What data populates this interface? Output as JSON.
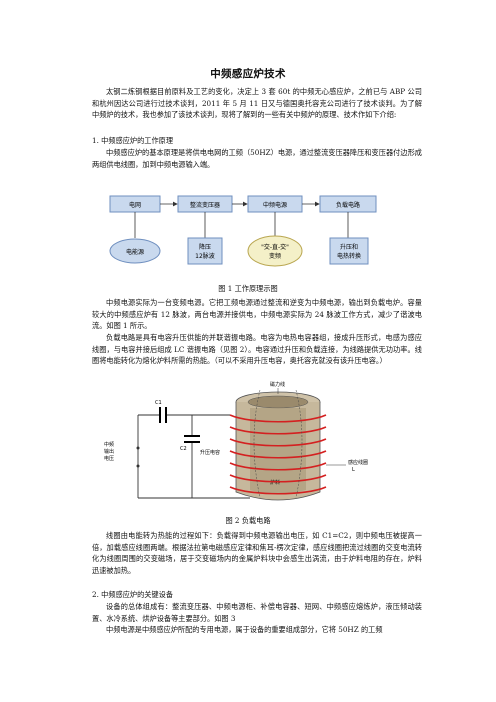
{
  "doc": {
    "title": "中频感应炉技术",
    "intro": "太钢二炼钢根据目前原料及工艺的变化，决定上 3 套 60t 的中频无心感应炉，之前已与 ABP 公司和杭州因达公司进行过技术谈判，2011 年 5 月 11 日又与德国奥托容克公司进行了技术谈判。为了解中频炉的技术，我也参加了该技术谈判，现将了解到的一些有关中频炉的原理、技术作如下介绍:",
    "section1_title": "1.   中频感应炉的工作原理",
    "section1_p1": "中频感应炉的基本原理是将供电电网的工频（50HZ）电源，通过整流变压器降压和变压器付边形成两组供电线圈，加到中频电源输入端。",
    "fig1_caption": "图 1  工作原理示图",
    "section1_p2": "中频电源实际为一台变频电源。它把工频电源通过整流和逆变为中频电源，输出到负载电炉。容量较大的中频感应炉有 12 脉波，两台电源并接供电，中频电源实际为 24 脉波工作方式，减少了谐波电流。如图 1 所示。",
    "section1_p3": "负载电路是具有电容升压供能的并联谐振电路。电容为电热电容器组，接成升压形式，电感为感应线圈，与电容并接后组成 LC 谐振电路（见图 2）。电容通过升压和负载连接，为线路提供无功功率。线圈将电能转化为熔化炉料所需的热能。（可以不采用升压电容，奥托容克就没有该升压电容。）",
    "fig2_caption": "图 2  负载电路",
    "section1_p4": "线圈由电能转为热能的过程如下：负载得到中频电源输出电压，如 C1=C2，则中频电压被提高一倍，加载感应线圈两端。根据法拉第电磁感应定律和焦耳-楞次定律，感应线圈把流过线圈的交变电流转化为线圈周围的交变磁场，居于交变磁场内的金属炉料块中会感生出涡流，由于炉料电阻的存在，炉料迅速被加热。",
    "section2_title": "2.   中频感应炉的关键设备",
    "section2_p1": "设备的总体组成有：整流变压器、中频电源柜、补偿电容器、短网、中频感应熔炼炉，液压倾动装置、水冷系统、烘炉设备等主要部分。如图 3",
    "section2_p2": "中频电源是中频感应炉所配的专用电源，属于设备的重要组成部分，它将 50HZ 的工频"
  },
  "fig1": {
    "top_boxes": [
      "电网",
      "整流变压器",
      "中频电源",
      "负载电路"
    ],
    "bottom_boxes": [
      "电能源",
      "降压\n12脉波",
      "\"交-直-交\"\n变频",
      "升压和\n电热转换"
    ]
  },
  "fig2": {
    "label_c1": "C1",
    "label_c2": "C2",
    "label_input": "中频\n输出\n电压",
    "label_boost": "升压电容",
    "label_coil": "感应线圈\nL",
    "label_charge": "炉料",
    "label_top": "磁力线"
  },
  "colors": {
    "box_fill": "#c9d9ee",
    "box_stroke": "#6f8fbf",
    "coil": "#d42020"
  }
}
